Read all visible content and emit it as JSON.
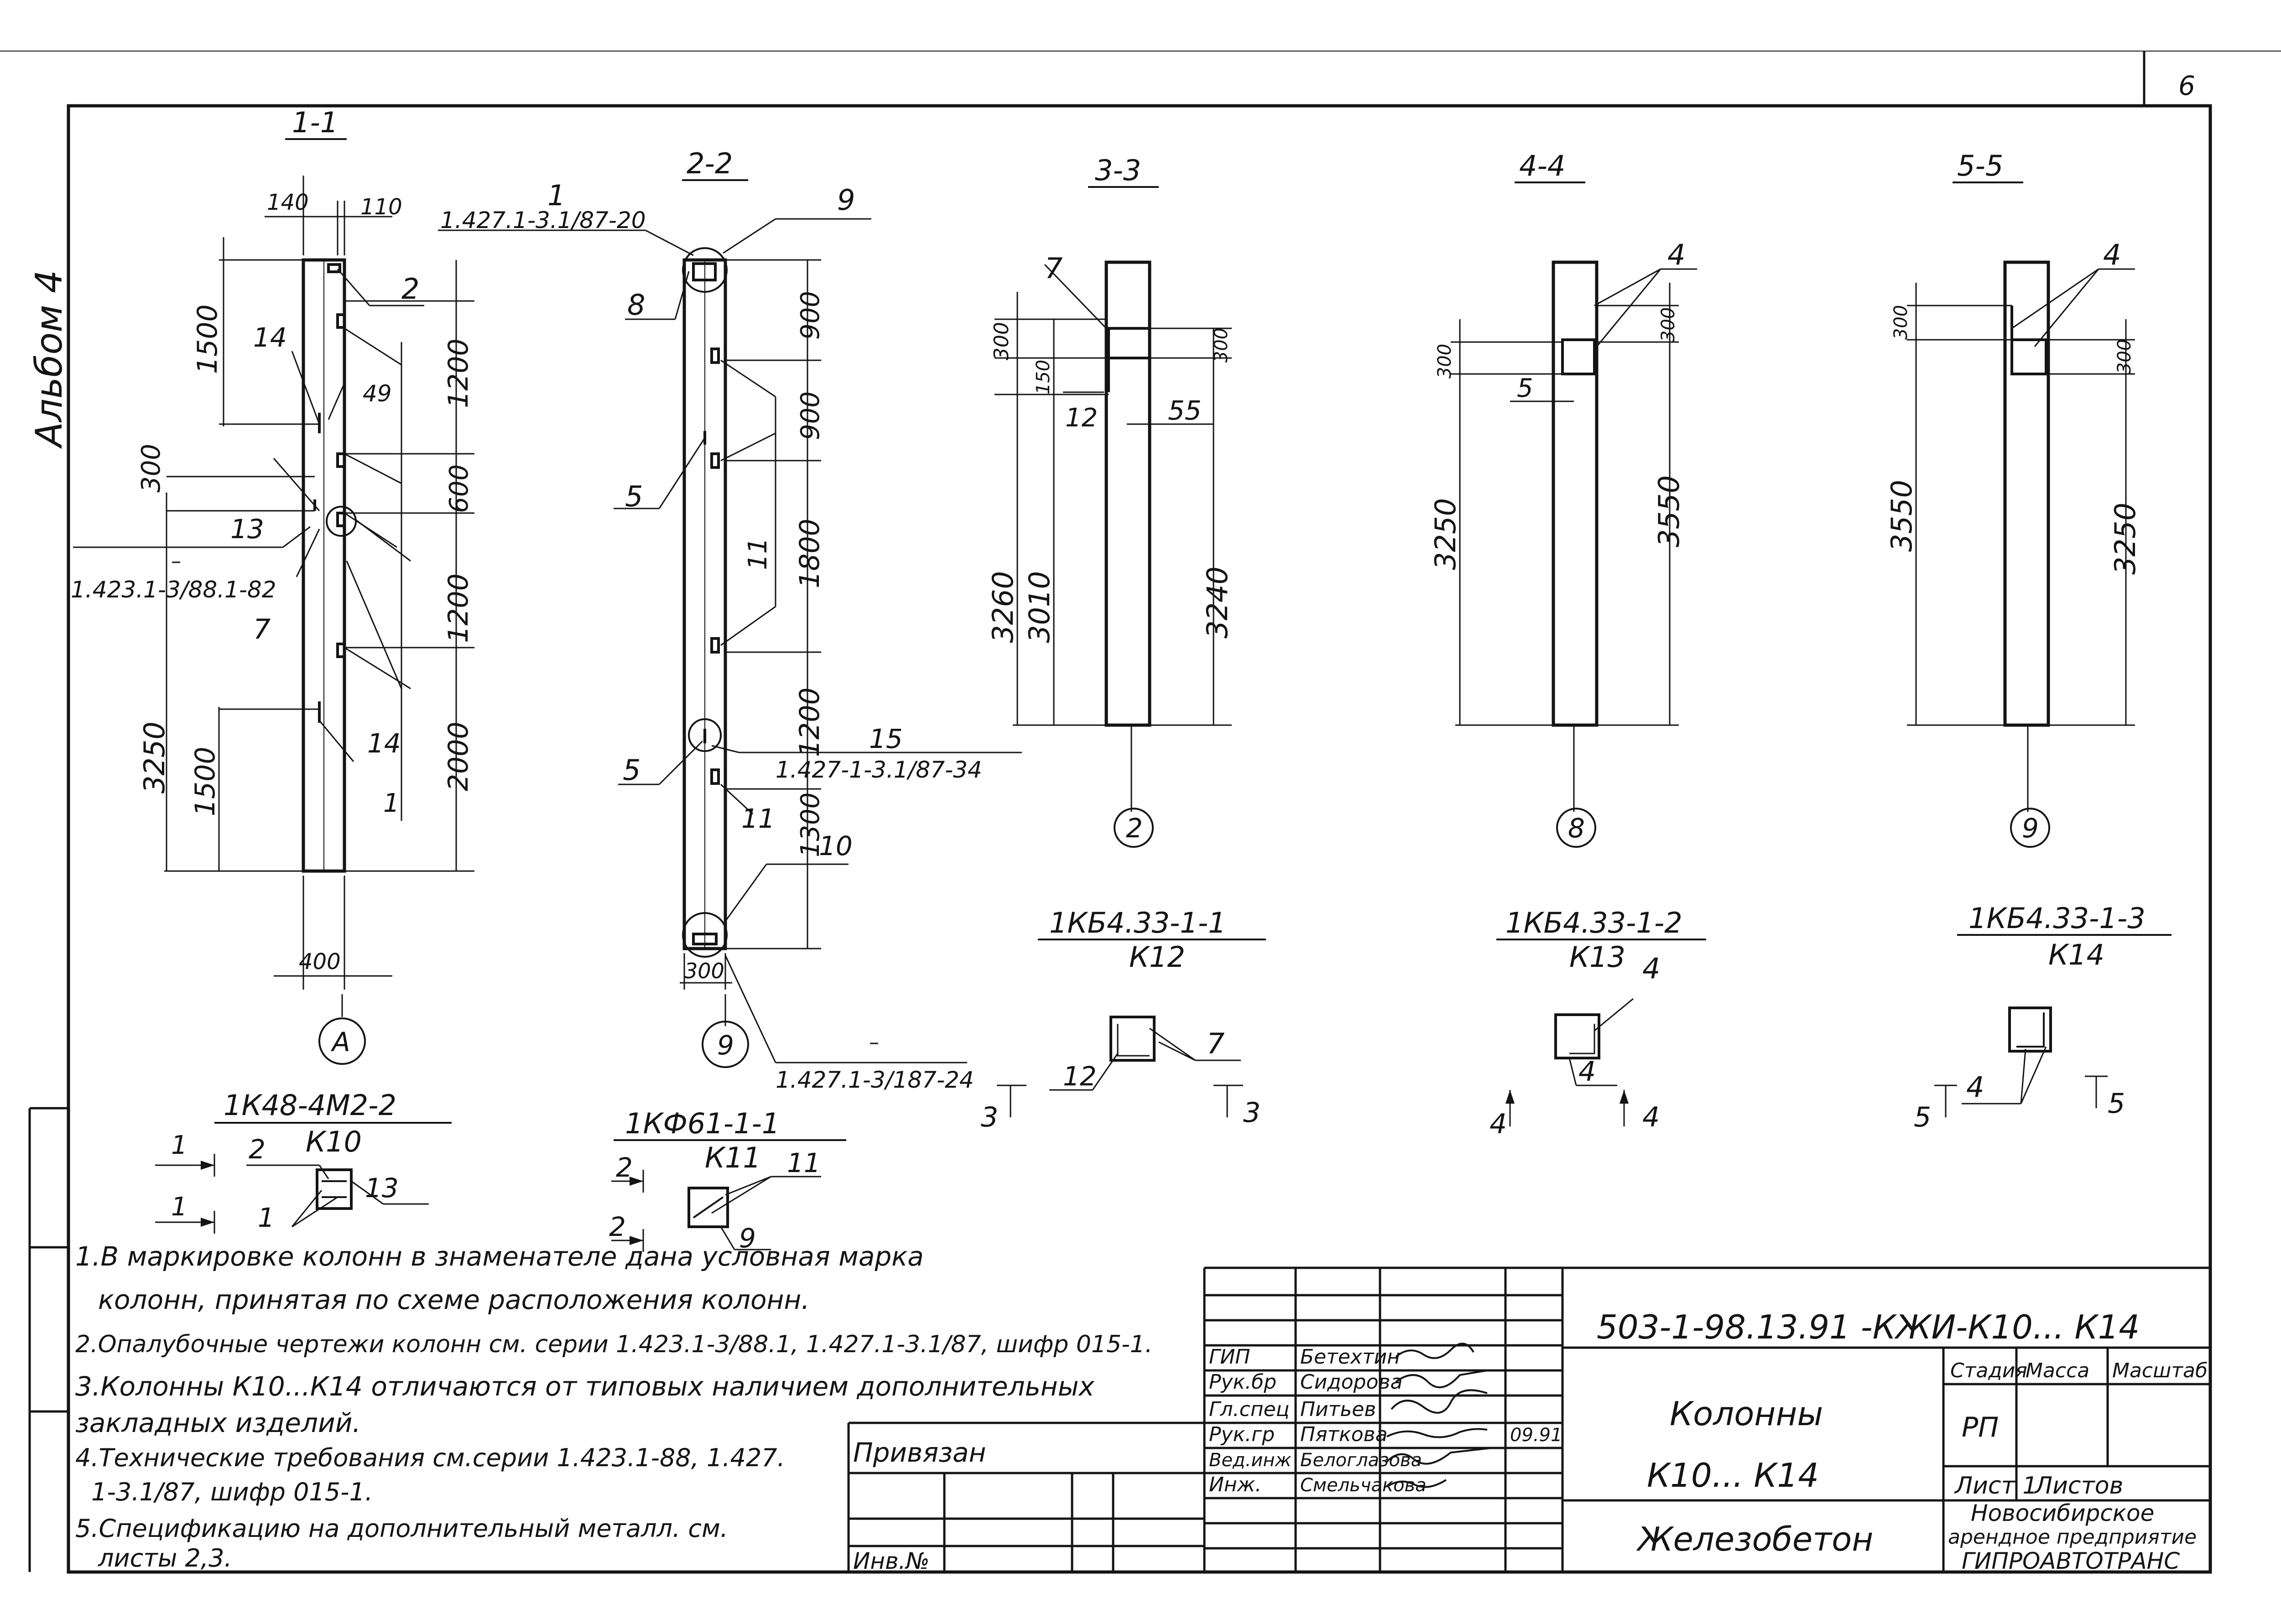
{
  "sheet": {
    "page_number": "6",
    "album": "Альбом 4"
  },
  "sections": [
    {
      "title": "1-1"
    },
    {
      "title": "2-2"
    },
    {
      "title": "3-3"
    },
    {
      "title": "4-4"
    },
    {
      "title": "5-5"
    }
  ],
  "labels": {
    "s1_dim_140": "140",
    "s1_dim_110": "110",
    "s1_dim_400": "400",
    "s1_1500a": "1500",
    "s1_300": "300",
    "s1_3250": "3250",
    "s1_1500b": "1500",
    "s1_1200a": "1200",
    "s1_600": "600",
    "s1_1200b": "1200",
    "s1_2000": "2000",
    "s1_c2": "2",
    "s1_c14a": "14",
    "s1_c49": "49",
    "s1_c13": "13",
    "s1_c7": "7",
    "s1_c14b": "14",
    "s1_c1": "1",
    "s1_ref": "1.423.1-3/88.1-82",
    "s1_dash": "–",
    "s1_axis": "А",
    "s2_c1": "1",
    "s2_ref_top": "1.427.1-3.1/87-20",
    "s2_c9": "9",
    "s2_c8": "8",
    "s2_900a": "900",
    "s2_900b": "900",
    "s2_1800": "1800",
    "s2_1200": "1200",
    "s2_1300": "1300",
    "s2_c5a": "5",
    "s2_c11a": "11",
    "s2_c15": "15",
    "s2_ref_mid": "1.427-1-3.1/87-34",
    "s2_c5b": "5",
    "s2_c11b": "11",
    "s2_c10": "10",
    "s2_300": "300",
    "s2_dash": "–",
    "s2_ref_bot": "1.427.1-3/187-24",
    "s2_axis": "9",
    "s3_c7": "7",
    "s3_300a": "300",
    "s3_150": "150",
    "s3_300b": "300",
    "s3_c12": "12",
    "s3_55": "55",
    "s3_3260": "3260",
    "s3_3010": "3010",
    "s3_3240": "3240",
    "s3_axis": "2",
    "s4_c4": "4",
    "s4_300a": "300",
    "s4_300b": "300",
    "s4_c5": "5",
    "s4_3250": "3250",
    "s4_3550": "3550",
    "s4_axis": "8",
    "s5_c4": "4",
    "s5_300a": "300",
    "s5_300b": "300",
    "s5_3550": "3550",
    "s5_3250": "3250",
    "s5_axis": "9",
    "k10_num": "1К48-4М2-2",
    "k10_den": "К10",
    "k10_m1": "1",
    "k10_m2": "1",
    "k10_c2": "2",
    "k10_c13": "13",
    "k10_c1": "1",
    "k11_num": "1КФ61-1-1",
    "k11_den": "К11",
    "k11_m1": "2",
    "k11_m2": "2",
    "k11_c11": "11",
    "k11_c9": "9",
    "k12_num": "1КБ4.33-1-1",
    "k12_den": "К12",
    "k12_c12": "12",
    "k12_c7": "7",
    "k12_m1": "3",
    "k12_m2": "3",
    "k13_num": "1КБ4.33-1-2",
    "k13_den": "К13",
    "k13_c4a": "4",
    "k13_c4b": "4",
    "k13_m1": "4",
    "k13_m2": "4",
    "k14_num": "1КБ4.33-1-3",
    "k14_den": "К14",
    "k14_c4": "4",
    "k14_m1": "5",
    "k14_m2": "5"
  },
  "notes": [
    "1.В маркировке колонн в знаменателе дана условная марка",
    "колонн, принятая по схеме расположения колонн.",
    "2.Опалубочные чертежи колонн см. серии 1.423.1-3/88.1, 1.427.1-3.1/87, шифр 015-1.",
    "3.Колонны К10...К14 отличаются от типовых наличием дополнительных",
    "закладных изделий.",
    "4.Технические требования см.серии 1.423.1-88, 1.427.",
    "1-3.1/87, шифр 015-1.",
    "5.Спецификацию на дополнительный металл. см.",
    "листы 2,3."
  ],
  "stamp": {
    "privyazan": "Привязан",
    "inv_no": "Инв.№",
    "staff": [
      {
        "role": "ГИП",
        "name": "Бетехтин"
      },
      {
        "role": "Рук.бр",
        "name": "Сидорова"
      },
      {
        "role": "Гл.спец",
        "name": "Питьев"
      },
      {
        "role": "Рук.гр",
        "name": "Пяткова",
        "date": "09.91"
      },
      {
        "role": "Вед.инж",
        "name": "Белоглазова"
      },
      {
        "role": "Инж.",
        "name": "Смельчакова"
      }
    ],
    "code": "503-1-98.13.91 -КЖИ-К10... К14",
    "title_line1": "Колонны",
    "title_line2": "К10... К14",
    "material": "Железобетон",
    "h_stage": "Стадия",
    "h_mass": "Масса",
    "h_scale": "Масштаб",
    "stage": "РП",
    "sheet": "Лист 1",
    "sheets": "Листов",
    "org_line1": "Новосибирское",
    "org_line2": "арендное предприятие",
    "org_line3": "ГИПРОАВТОТРАНС"
  }
}
